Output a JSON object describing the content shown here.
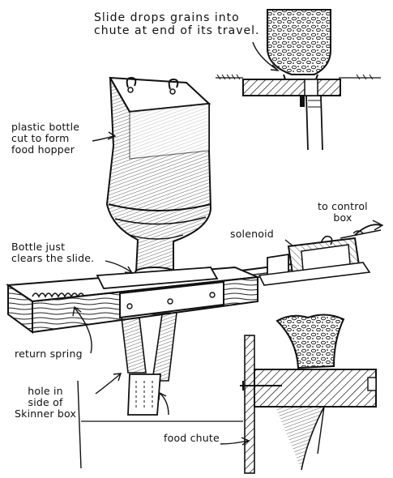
{
  "labels": {
    "slide_drops": [
      "Slide drops grains into",
      "chute at end of its travel."
    ],
    "plastic_bottle": [
      "plastic bottle",
      "cut to form",
      "food hopper"
    ],
    "to_control_box": [
      "to control",
      "box"
    ],
    "solenoid": "solenoid",
    "bottle_clears": [
      "Bottle just",
      "clears the slide."
    ],
    "return_spring": "return spring",
    "hole_in_side": [
      "hole in",
      "side of",
      "Skinner box"
    ],
    "food_chute": "food chute"
  }
}
